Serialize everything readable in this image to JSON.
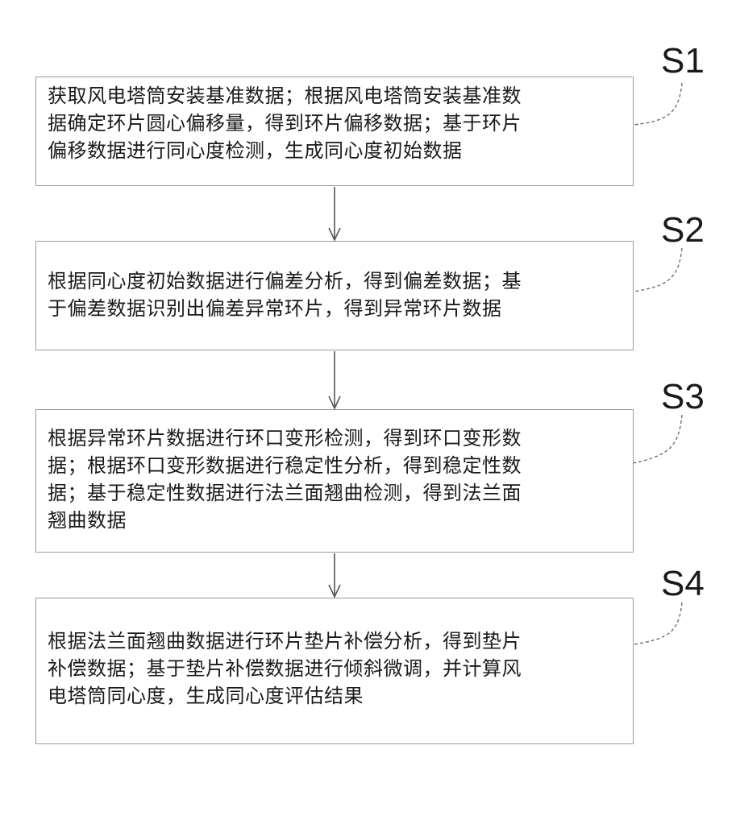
{
  "steps": [
    {
      "label": "S1",
      "lines": [
        "获取风电塔筒安装基准数据；根据风电塔筒安装基准数",
        "据确定环片圆心偏移量，得到环片偏移数据；基于环片",
        "偏移数据进行同心度检测，生成同心度初始数据"
      ]
    },
    {
      "label": "S2",
      "lines": [
        "根据同心度初始数据进行偏差分析，得到偏差数据；基",
        "于偏差数据识别出偏差异常环片，得到异常环片数据"
      ]
    },
    {
      "label": "S3",
      "lines": [
        "根据异常环片数据进行环口变形检测，得到环口变形数",
        "据；根据环口变形数据进行稳定性分析，得到稳定性数",
        "据；基于稳定性数据进行法兰面翘曲检测，得到法兰面",
        "翘曲数据"
      ]
    },
    {
      "label": "S4",
      "lines": [
        "根据法兰面翘曲数据进行环片垫片补偿分析，得到垫片",
        "补偿数据；基于垫片补偿数据进行倾斜微调，并计算风",
        "电塔筒同心度，生成同心度评估结果"
      ]
    }
  ]
}
